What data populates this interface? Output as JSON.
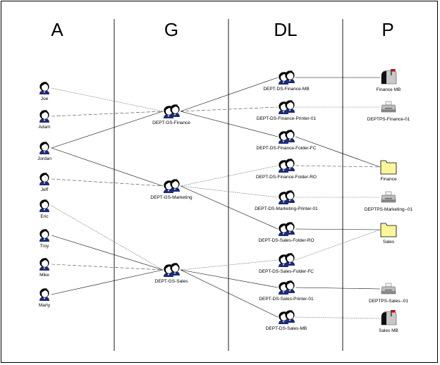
{
  "columns": [
    "A",
    "G",
    "DL",
    "P"
  ],
  "accounts": [
    {
      "id": "joe",
      "label": "Joe"
    },
    {
      "id": "adam",
      "label": "Adam"
    },
    {
      "id": "jordan",
      "label": "Jordan"
    },
    {
      "id": "jeff",
      "label": "Jeff"
    },
    {
      "id": "eric",
      "label": "Eric"
    },
    {
      "id": "troy",
      "label": "Troy"
    },
    {
      "id": "mike",
      "label": "Mike"
    },
    {
      "id": "marty",
      "label": "Marty"
    }
  ],
  "global_groups": [
    {
      "id": "gs_fin",
      "label": "DEPT-GS-Finance"
    },
    {
      "id": "gs_mkt",
      "label": "DEPT-GS-Marketing"
    },
    {
      "id": "gs_sales",
      "label": "DEPT-GS-Sales"
    }
  ],
  "dl_groups": [
    {
      "id": "ds_fin_mb",
      "label": "DEPT-DS-Finance-MB"
    },
    {
      "id": "ds_fin_pr",
      "label": "DEPT-DS-Finance-Printer-01"
    },
    {
      "id": "ds_fin_fc",
      "label": "DEPT-DS-Finance-Folder-FC"
    },
    {
      "id": "ds_fin_ro",
      "label": "DEPT-DS-Finance-Folder-RO"
    },
    {
      "id": "ds_mkt_pr",
      "label": "DEPT-DS-Marketing-Printer-01"
    },
    {
      "id": "ds_sales_ro",
      "label": "DEPT-DS-Sales-Folder-RO"
    },
    {
      "id": "ds_sales_fc",
      "label": "DEPT-DS-Sales-Folder-FC"
    },
    {
      "id": "ds_sales_pr",
      "label": "DEPT-DS-Sales-Printer-01"
    },
    {
      "id": "ds_sales_mb",
      "label": "DEPT-DS-Sales-MB"
    }
  ],
  "permissions": [
    {
      "id": "p_fin_mb",
      "label": "Finance MB",
      "icon": "mailbox-icon"
    },
    {
      "id": "p_fin_pr",
      "label": "DEPTPS-Finance-01",
      "icon": "printer-icon"
    },
    {
      "id": "p_fin_folder",
      "label": "Finance",
      "icon": "folder-icon"
    },
    {
      "id": "p_mkt_pr",
      "label": "DEPTPS-Marketing--01",
      "icon": "printer-icon"
    },
    {
      "id": "p_sales_folder",
      "label": "Sales",
      "icon": "folder-icon"
    },
    {
      "id": "p_sales_pr",
      "label": "DEPTPS-Sales--01",
      "icon": "printer-icon"
    },
    {
      "id": "p_sales_mb",
      "label": "Sales MB",
      "icon": "mailbox-icon"
    }
  ],
  "links": [
    {
      "from": "joe",
      "to": "gs_fin",
      "style": "dot"
    },
    {
      "from": "adam",
      "to": "gs_fin",
      "style": "dash"
    },
    {
      "from": "jordan",
      "to": "gs_fin",
      "style": "solid"
    },
    {
      "from": "jordan",
      "to": "gs_mkt",
      "style": "solid"
    },
    {
      "from": "jeff",
      "to": "gs_mkt",
      "style": "dash"
    },
    {
      "from": "eric",
      "to": "gs_sales",
      "style": "dot"
    },
    {
      "from": "troy",
      "to": "gs_sales",
      "style": "solid"
    },
    {
      "from": "mike",
      "to": "gs_sales",
      "style": "dash"
    },
    {
      "from": "marty",
      "to": "gs_sales",
      "style": "solid"
    },
    {
      "from": "gs_fin",
      "to": "ds_fin_mb",
      "style": "solid"
    },
    {
      "from": "gs_fin",
      "to": "ds_fin_pr",
      "style": "dash"
    },
    {
      "from": "gs_fin",
      "to": "ds_fin_fc",
      "style": "solid"
    },
    {
      "from": "gs_mkt",
      "to": "ds_fin_ro",
      "style": "dot"
    },
    {
      "from": "gs_mkt",
      "to": "ds_mkt_pr",
      "style": "dot"
    },
    {
      "from": "gs_mkt",
      "to": "ds_sales_ro",
      "style": "solid"
    },
    {
      "from": "gs_sales",
      "to": "ds_sales_fc",
      "style": "dot"
    },
    {
      "from": "gs_sales",
      "to": "ds_sales_pr",
      "style": "solid"
    },
    {
      "from": "gs_sales",
      "to": "ds_sales_mb",
      "style": "solid"
    },
    {
      "from": "ds_fin_mb",
      "to": "p_fin_mb",
      "style": "solid"
    },
    {
      "from": "ds_fin_pr",
      "to": "p_fin_pr",
      "style": "dot"
    },
    {
      "from": "ds_fin_fc",
      "to": "p_fin_folder",
      "style": "solid"
    },
    {
      "from": "ds_fin_ro",
      "to": "p_fin_folder",
      "style": "dash"
    },
    {
      "from": "ds_mkt_pr",
      "to": "p_mkt_pr",
      "style": "dot"
    },
    {
      "from": "ds_sales_ro",
      "to": "p_sales_folder",
      "style": "solid"
    },
    {
      "from": "ds_sales_fc",
      "to": "p_sales_folder",
      "style": "dot"
    },
    {
      "from": "ds_sales_pr",
      "to": "p_sales_pr",
      "style": "solid"
    },
    {
      "from": "ds_sales_mb",
      "to": "p_sales_mb",
      "style": "dot"
    }
  ],
  "colors": {
    "user_shirt": "#1c2a78",
    "folder_fill": "#fbf59b",
    "mailbox_flag": "#d40000"
  }
}
